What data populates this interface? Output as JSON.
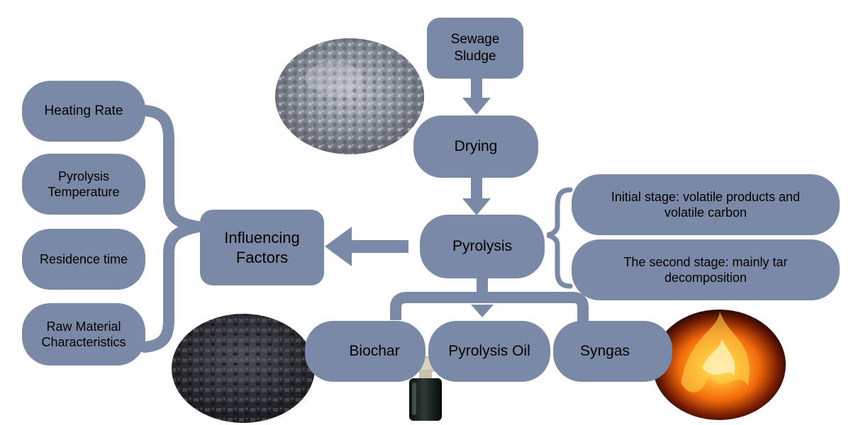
{
  "nodes": {
    "sewage_sludge": "Sewage\nSludge",
    "drying": "Drying",
    "pyrolysis": "Pyrolysis",
    "influencing_factors": "Influencing\nFactors",
    "factor_heating_rate": "Heating Rate",
    "factor_pyrolysis_temperature": "Pyrolysis\nTemperature",
    "factor_residence_time": "Residence time",
    "factor_raw_material": "Raw Material\nCharacteristics",
    "stage_initial": "Initial stage: volatile products and\nvolatile carbon",
    "stage_second": "The second stage: mainly tar\ndecomposition",
    "product_biochar": "Biochar",
    "product_pyrolysis_oil": "Pyrolysis Oil",
    "product_syngas": "Syngas"
  },
  "colors": {
    "node_fill": "#7a8aa6",
    "text": "#000000",
    "background": "#ffffff"
  },
  "images": {
    "sludge_photo": "grey-sludge-powder-image",
    "biochar_photo": "black-biochar-pile-image",
    "oil_photo": "pyrolysis-oil-bottle-image",
    "syngas_photo": "fire-flame-image"
  }
}
